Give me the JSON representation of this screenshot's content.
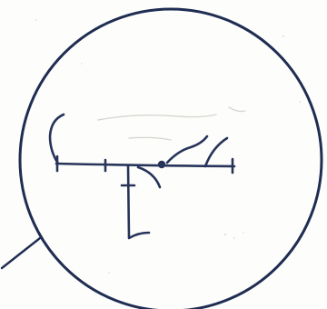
{
  "colors": {
    "paper": "#fdfdfb",
    "paper_speckle": "#e4e4e0",
    "outline_ink": "#1f2d52",
    "sketch_ink": "#27345a",
    "pencil_trace": "#d7d7d2"
  },
  "drawing": {
    "style": "hand-drawn ink sketch on scanned paper",
    "shapes": [
      "magnifier-circle",
      "leader-line",
      "horizontal-bar",
      "vertical-stem",
      "curved-strokes",
      "dot"
    ],
    "labels": []
  }
}
